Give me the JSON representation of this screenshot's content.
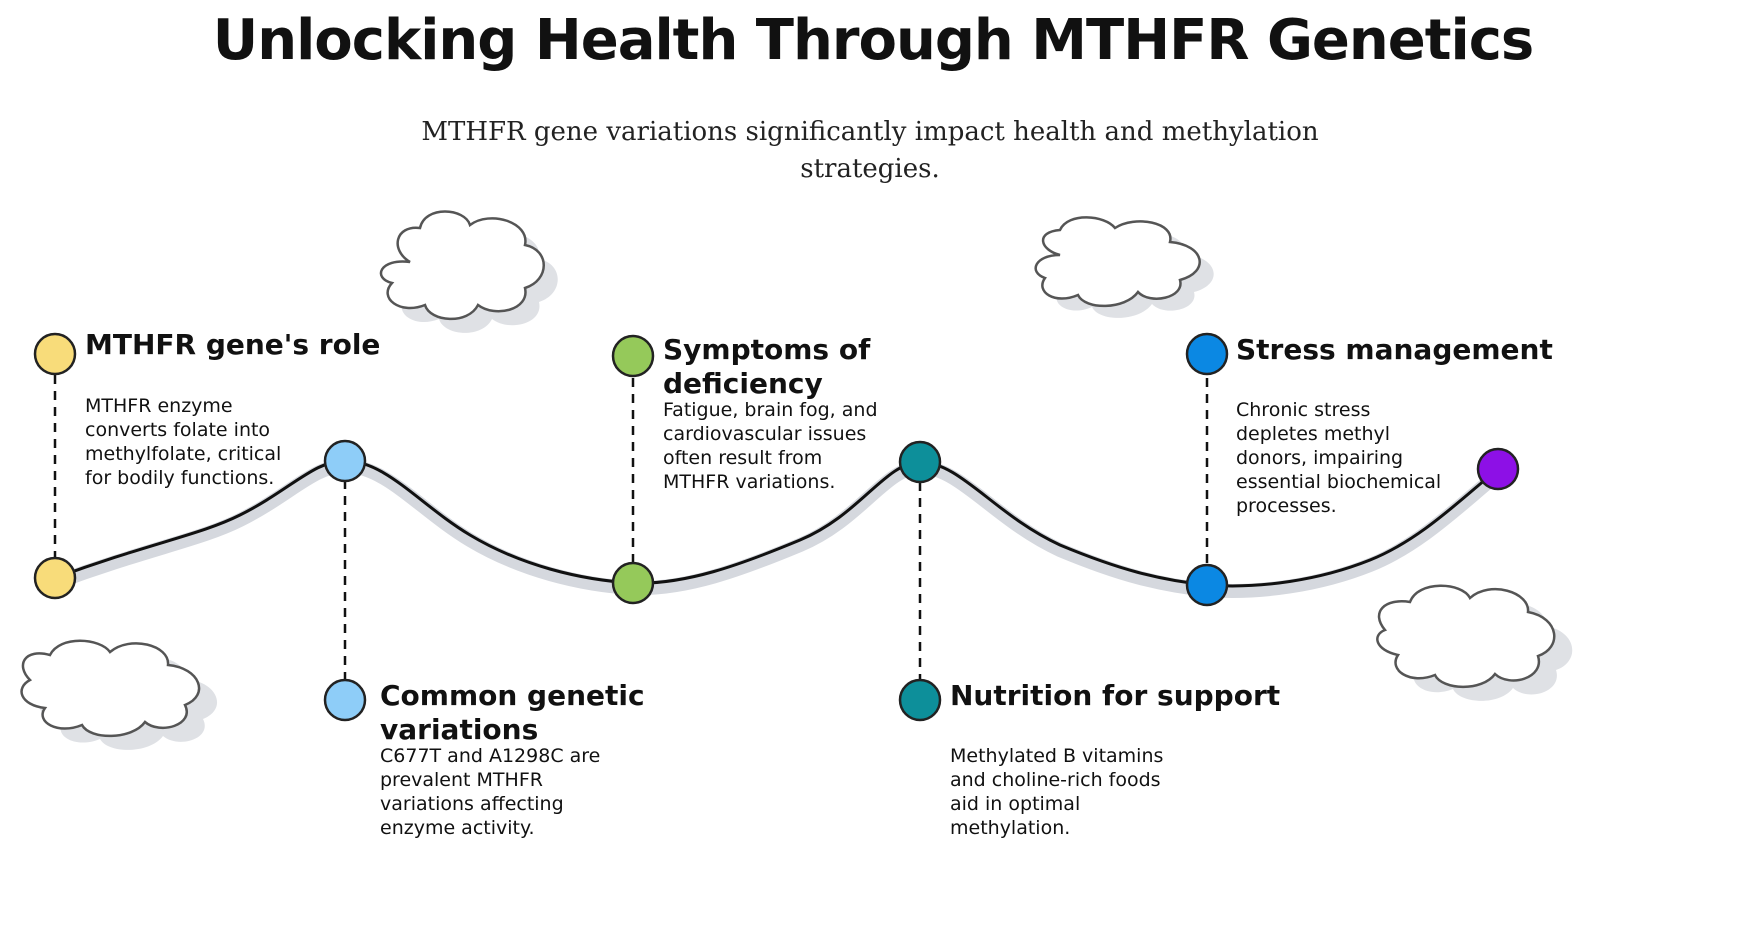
{
  "title": "Unlocking Health Through MTHFR Genetics",
  "subtitle": "MTHFR gene variations significantly impact health and methylation strategies.",
  "colors": {
    "line": "#111111",
    "line_shadow": "#d5d8de",
    "cloud_fill": "#ffffff",
    "cloud_stroke": "#555555",
    "cloud_shadow": "#dfe1e5"
  },
  "steps": [
    {
      "id": "gene-role",
      "title": "MTHFR gene's role",
      "description": "MTHFR enzyme converts folate into methylfolate, critical for bodily functions.",
      "color": "#f8dc7a"
    },
    {
      "id": "genetic-variations",
      "title": "Common genetic variations",
      "description": "C677T and A1298C are prevalent MTHFR variations affecting enzyme activity.",
      "color": "#8ecdf8"
    },
    {
      "id": "deficiency-symptoms",
      "title": "Symptoms of deficiency",
      "description": "Fatigue, brain fog, and cardiovascular issues often result from MTHFR variations.",
      "color": "#95c95a"
    },
    {
      "id": "nutrition-support",
      "title": "Nutrition for support",
      "description": "Methylated B vitamins and choline-rich foods aid in optimal methylation.",
      "color": "#0d8f9a"
    },
    {
      "id": "stress-management",
      "title": "Stress management",
      "description": "Chronic stress depletes methyl donors, impairing essential biochemical processes.",
      "color": "#0b88e3"
    }
  ],
  "end_marker": {
    "color": "#8d10e6"
  }
}
